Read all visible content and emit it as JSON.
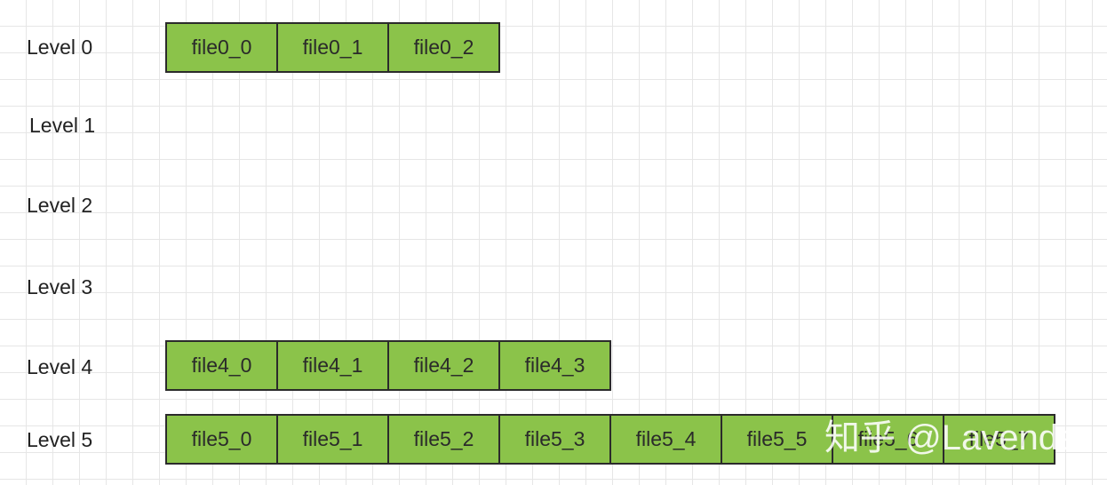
{
  "levels": [
    {
      "label": "Level 0",
      "files": [
        "file0_0",
        "file0_1",
        "file0_2"
      ]
    },
    {
      "label": "Level 1",
      "files": []
    },
    {
      "label": "Level 2",
      "files": []
    },
    {
      "label": "Level 3",
      "files": []
    },
    {
      "label": "Level 4",
      "files": [
        "file4_0",
        "file4_1",
        "file4_2",
        "file4_3"
      ]
    },
    {
      "label": "Level 5",
      "files": [
        "file5_0",
        "file5_1",
        "file5_2",
        "file5_3",
        "file5_4",
        "file5_5",
        "file5_6",
        "file5_7"
      ]
    }
  ],
  "watermark": "知乎 @Lavender",
  "colors": {
    "file_fill": "#8bc34a",
    "file_border": "#2b2b2b",
    "grid": "#e6e6e6"
  }
}
